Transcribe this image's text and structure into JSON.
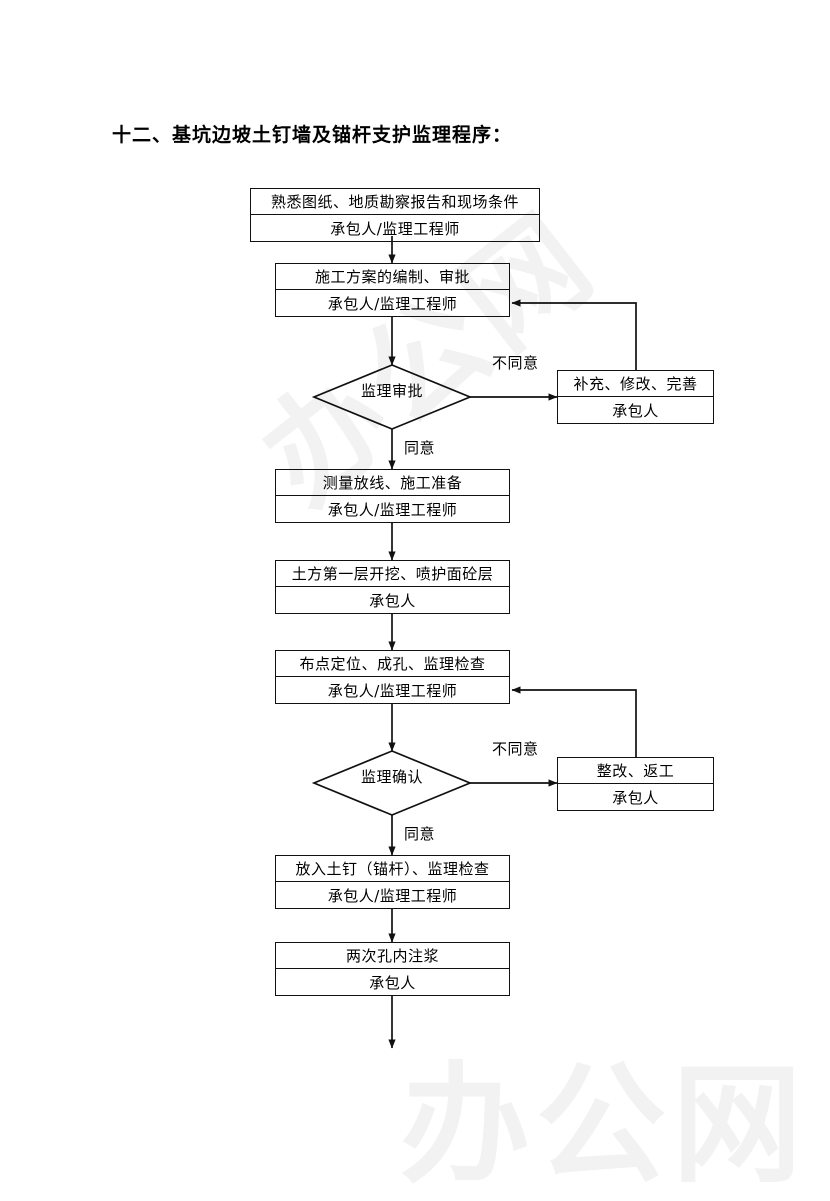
{
  "document": {
    "title": "十二、基坑边坡土钉墙及锚杆支护监理程序：",
    "watermark_text": "办公网"
  },
  "flowchart": {
    "type": "process-flow-diagram",
    "orientation": "top-to-bottom",
    "nodes": [
      {
        "id": "n1",
        "shape": "process",
        "task": "熟悉图纸、地质勘察报告和现场条件",
        "responsible": "承包人/监理工程师"
      },
      {
        "id": "n2",
        "shape": "process",
        "task": "施工方案的编制、审批",
        "responsible": "承包人/监理工程师"
      },
      {
        "id": "d1",
        "shape": "decision",
        "task": "监理审批"
      },
      {
        "id": "s1",
        "shape": "process",
        "task": "补充、修改、完善",
        "responsible": "承包人"
      },
      {
        "id": "n3",
        "shape": "process",
        "task": "测量放线、施工准备",
        "responsible": "承包人/监理工程师"
      },
      {
        "id": "n4",
        "shape": "process",
        "task": "土方第一层开挖、喷护面砼层",
        "responsible": "承包人"
      },
      {
        "id": "n5",
        "shape": "process",
        "task": "布点定位、成孔、监理检查",
        "responsible": "承包人/监理工程师"
      },
      {
        "id": "d2",
        "shape": "decision",
        "task": "监理确认"
      },
      {
        "id": "s2",
        "shape": "process",
        "task": "整改、返工",
        "responsible": "承包人"
      },
      {
        "id": "n6",
        "shape": "process",
        "task": "放入土钉（锚杆）、监理检查",
        "responsible": "承包人/监理工程师"
      },
      {
        "id": "n7",
        "shape": "process",
        "task": "两次孔内注浆",
        "responsible": "承包人"
      }
    ],
    "edge_labels": {
      "d1_reject": "不同意",
      "d1_accept": "同意",
      "d2_reject": "不同意",
      "d2_accept": "同意"
    },
    "colors": {
      "stroke": "#111111",
      "background": "#ffffff",
      "watermark": "#f2f2f2"
    }
  }
}
